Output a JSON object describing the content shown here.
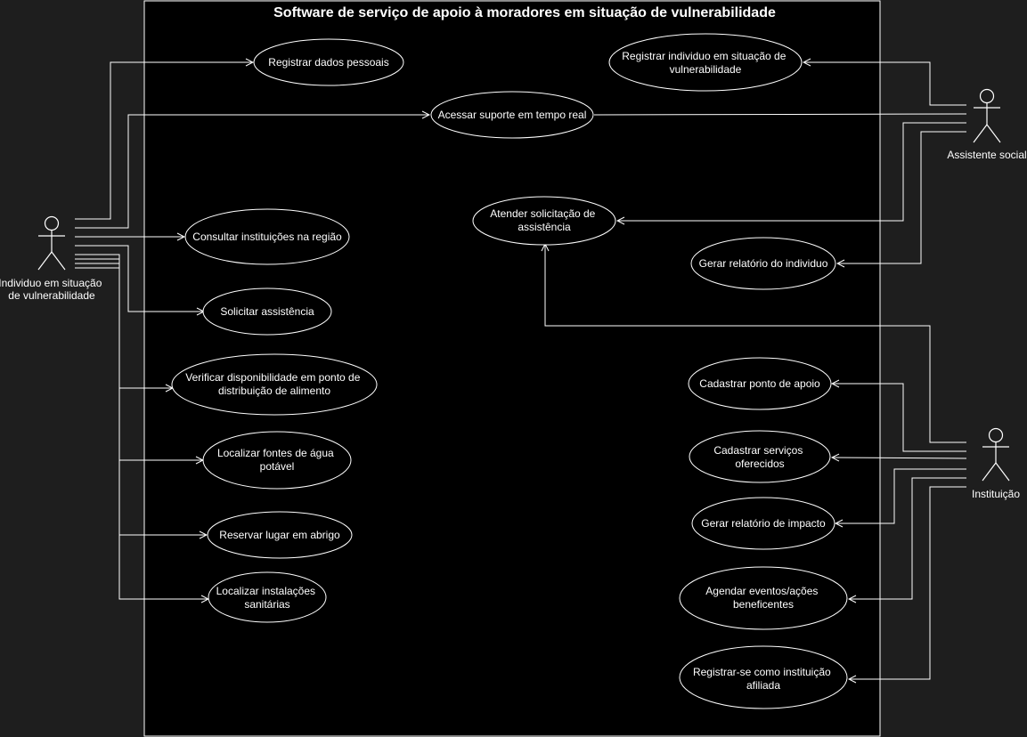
{
  "diagram": {
    "title": "Software de serviço de apoio à moradores em situação de vulnerabilidade",
    "colors": {
      "background": "#1e1e1e",
      "system_fill": "#000000",
      "stroke": "#ffffff",
      "text": "#ffffff"
    },
    "actors": {
      "individuo": {
        "label_lines": [
          "Individuo em situação",
          "de vulnerabilidade"
        ]
      },
      "assistente": {
        "label_lines": [
          "Assistente social"
        ]
      },
      "instituicao": {
        "label_lines": [
          "Instituição"
        ]
      }
    },
    "use_cases": {
      "registrar_dados": [
        "Registrar dados pessoais"
      ],
      "acessar_suporte": [
        "Acessar suporte em tempo real"
      ],
      "consultar_instituicoes": [
        "Consultar instituições na região"
      ],
      "solicitar_assistencia": [
        "Solicitar assistência"
      ],
      "verificar_disponibilidade": [
        "Verificar disponibilidade em ponto de",
        "distribuição de alimento"
      ],
      "localizar_agua": [
        "Localizar fontes de água",
        "potável"
      ],
      "reservar_abrigo": [
        "Reservar lugar em abrigo"
      ],
      "localizar_sanitarias": [
        "Localizar instalações",
        "sanitárias"
      ],
      "registrar_individuo": [
        "Registrar individuo em situação de",
        "vulnerabilidade"
      ],
      "atender_solicitacao": [
        "Atender solicitação de",
        "assistência"
      ],
      "gerar_relatorio_individuo": [
        "Gerar relatório do individuo"
      ],
      "cadastrar_ponto": [
        "Cadastrar ponto de apoio"
      ],
      "cadastrar_servicos": [
        "Cadastrar serviços",
        "oferecidos"
      ],
      "gerar_relatorio_impacto": [
        "Gerar relatório de impacto"
      ],
      "agendar_eventos": [
        "Agendar eventos/ações",
        "beneficentes"
      ],
      "registrar_instituicao": [
        "Registrar-se como instituição",
        "afiliada"
      ]
    }
  }
}
